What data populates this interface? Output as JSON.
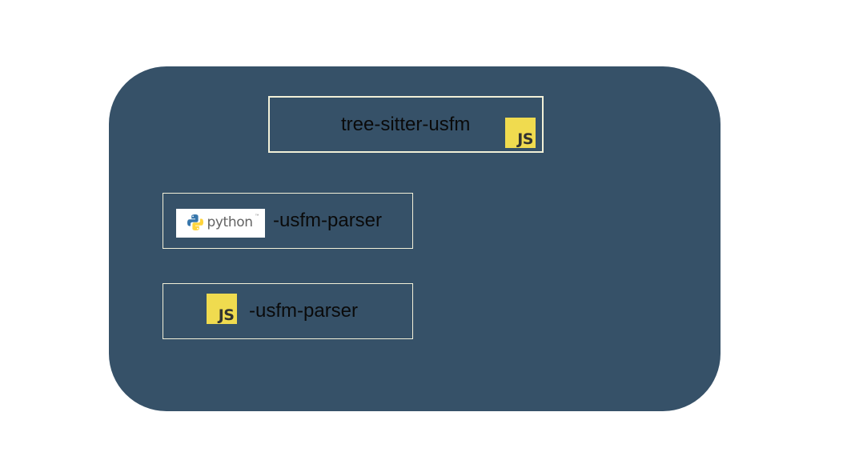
{
  "diagram": {
    "colors": {
      "panel": "#365168",
      "node_border": "#f2f0d8",
      "js_yellow": "#f0db4f",
      "js_text": "#323330",
      "python_blue": "#3776ab",
      "python_yellow": "#ffd43b"
    },
    "top_node": {
      "label": "tree-sitter-usfm",
      "icon": "javascript-icon",
      "icon_text": "JS"
    },
    "python_node": {
      "label": "-usfm-parser",
      "icon": "python-logo",
      "logo_text": "python",
      "logo_mark": "™"
    },
    "js_node": {
      "label": "-usfm-parser",
      "icon": "javascript-icon",
      "icon_text": "JS"
    }
  }
}
